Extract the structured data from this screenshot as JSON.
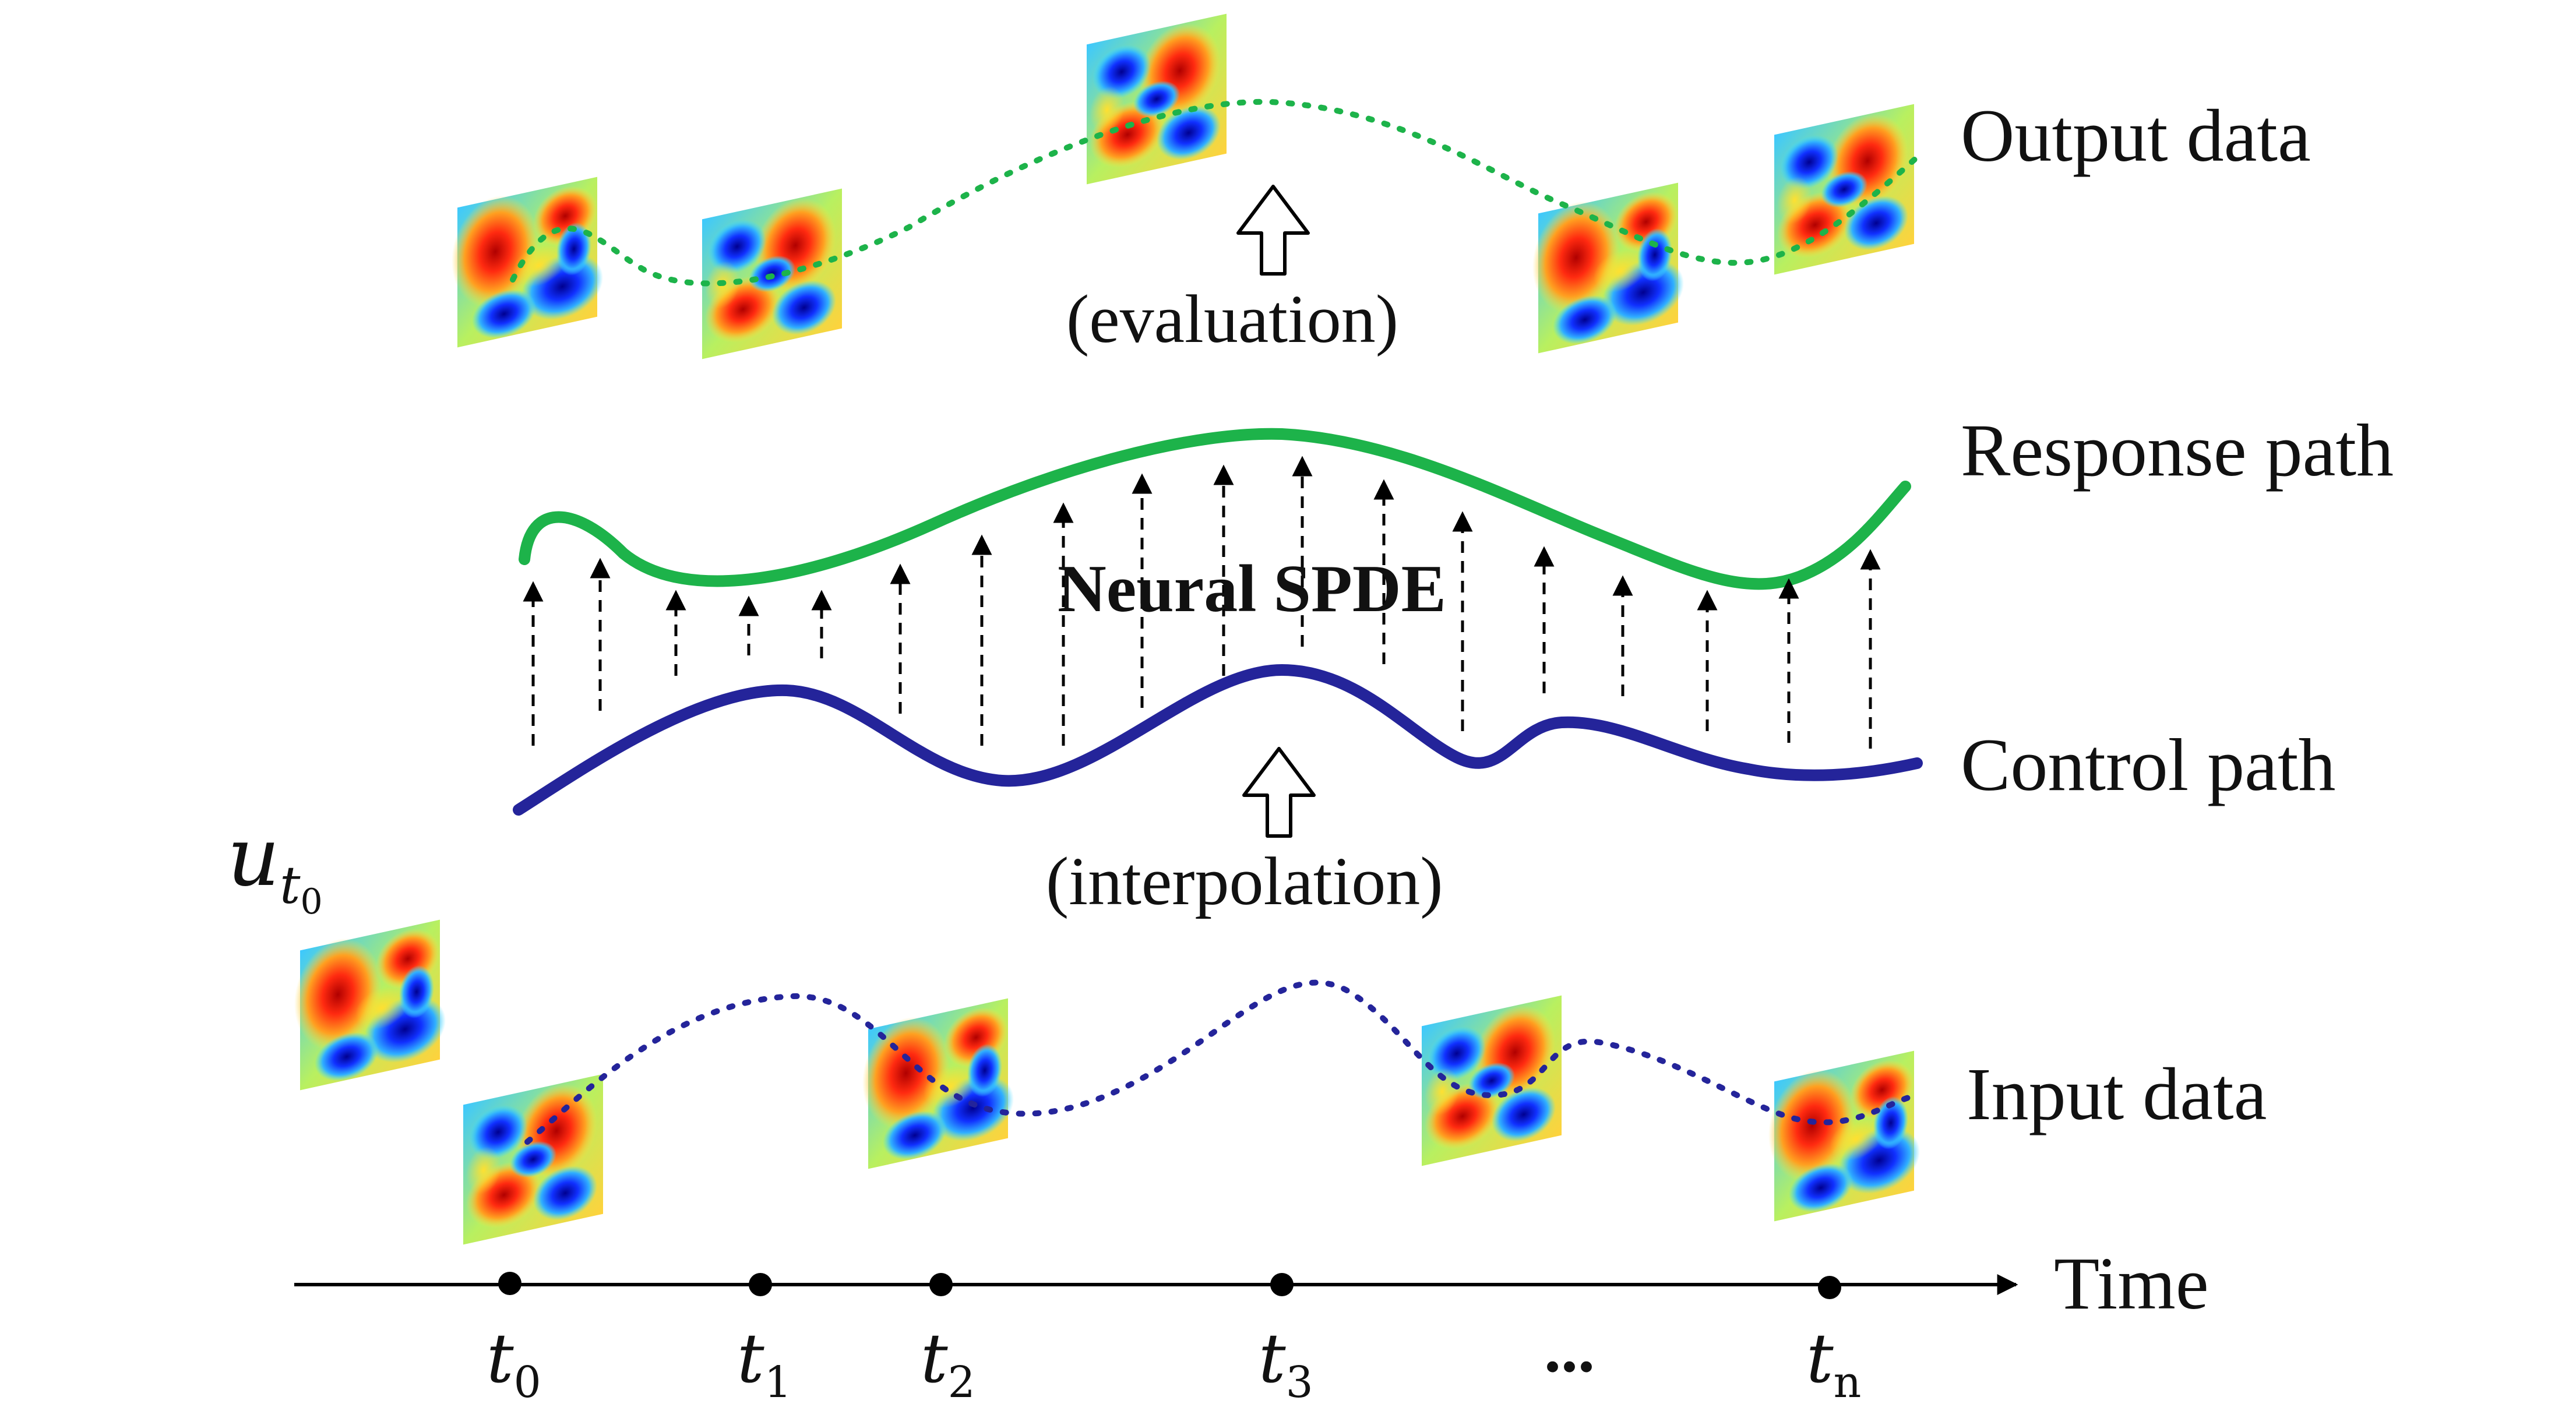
{
  "labels": {
    "output_data": "Output data",
    "response_path": "Response path",
    "control_path": "Control path",
    "input_data": "Input data",
    "time": "Time",
    "evaluation": "(evaluation)",
    "interpolation": "(interpolation)",
    "neural_spde": "Neural SPDE",
    "initial_condition": {
      "base": "u",
      "sub": "t",
      "subsub": "0"
    }
  },
  "time_ticks": [
    {
      "base": "t",
      "sub": "0"
    },
    {
      "base": "t",
      "sub": "1"
    },
    {
      "base": "t",
      "sub": "2"
    },
    {
      "base": "t",
      "sub": "3"
    },
    {
      "base": "...",
      "sub": ""
    },
    {
      "base": "t",
      "sub": "n"
    }
  ],
  "colors": {
    "response_path": "#1db34a",
    "control_path": "#24249a",
    "output_dotted": "#1db34a",
    "input_dotted": "#24249a",
    "axis": "#000000"
  },
  "icons": [
    "up-outline-arrow-icon",
    "dashed-up-arrow-icon",
    "heatmap-panel"
  ]
}
